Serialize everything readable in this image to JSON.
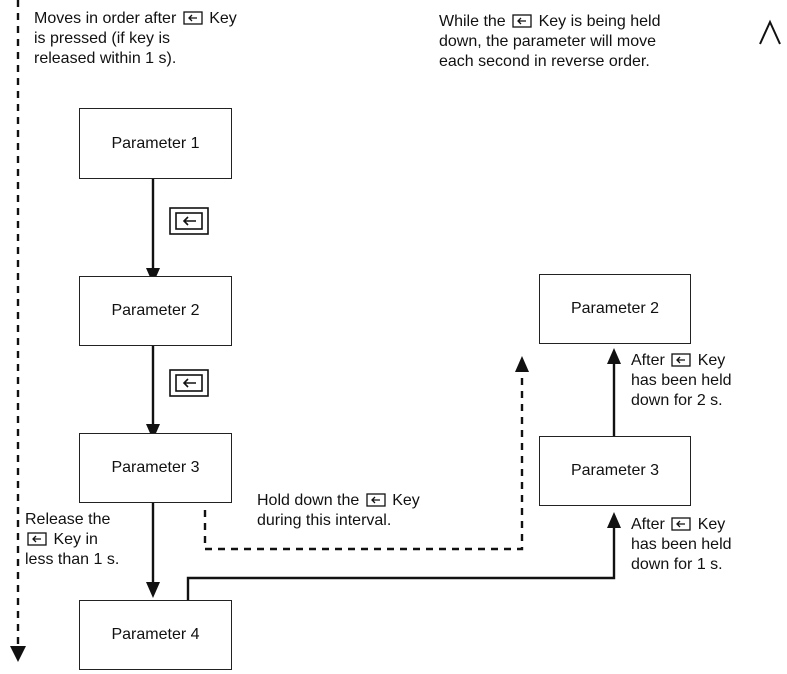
{
  "notes": {
    "top_left": [
      "Moves in order after",
      "Key",
      "is pressed (if key is",
      "released within 1 s)."
    ],
    "top_right": [
      "While the",
      "Key is being held",
      "down, the parameter will move",
      "each second in reverse order."
    ],
    "hold_interval": [
      "Hold down the",
      "Key",
      "during this interval."
    ],
    "release": [
      "Release the",
      "Key in",
      "less than 1 s."
    ],
    "after_2s": [
      "After",
      "Key",
      "has been held",
      "down for 2 s."
    ],
    "after_1s": [
      "After",
      "Key",
      "has been held",
      "down for 1 s."
    ]
  },
  "left_column": [
    "Parameter 1",
    "Parameter 2",
    "Parameter 3",
    "Parameter 4"
  ],
  "right_column": [
    "Parameter 2",
    "Parameter 3"
  ],
  "icons": {
    "key": "enter-key-icon"
  }
}
